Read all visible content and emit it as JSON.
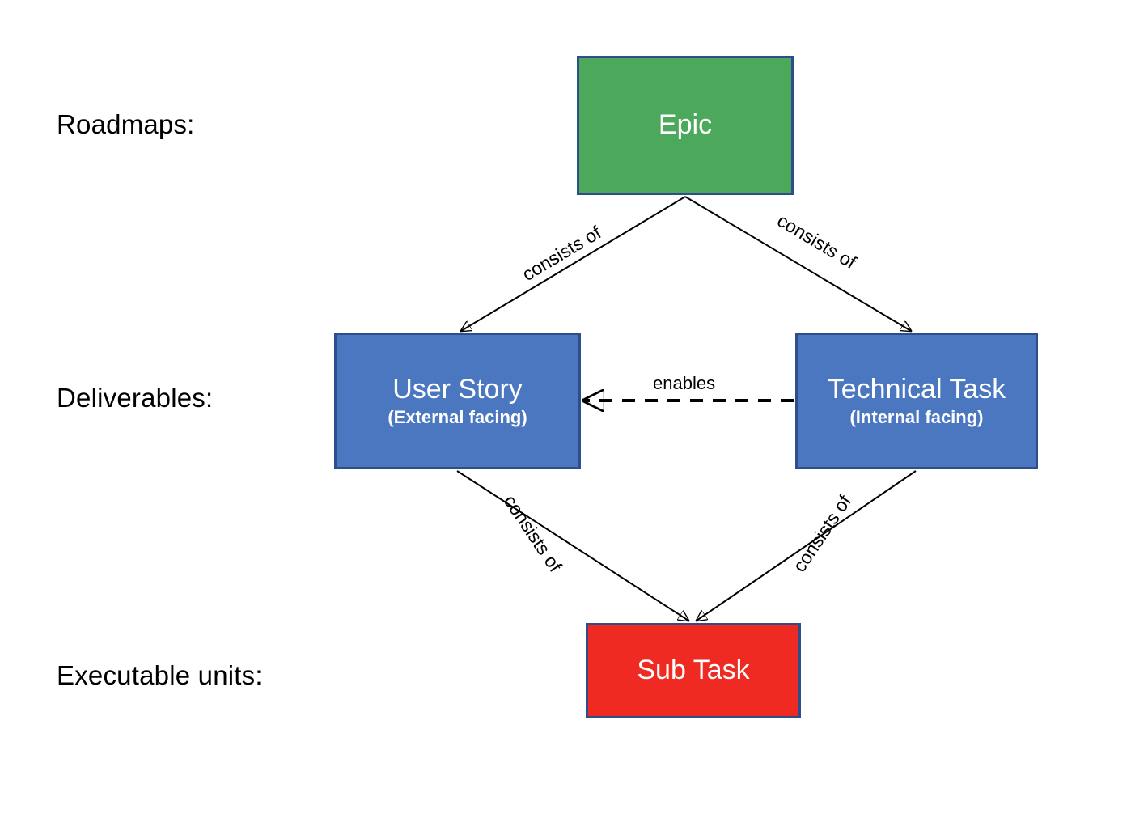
{
  "diagram": {
    "row_labels": [
      {
        "id": "roadmaps",
        "text": "Roadmaps:"
      },
      {
        "id": "deliverables",
        "text": "Deliverables:"
      },
      {
        "id": "executable-units",
        "text": "Executable units:"
      }
    ],
    "nodes": [
      {
        "id": "epic",
        "title": "Epic",
        "subtitle": "",
        "color": "#4CA85A",
        "border": "#2E4E8B"
      },
      {
        "id": "user-story",
        "title": "User Story",
        "subtitle": "(External facing)",
        "color": "#4A77C0",
        "border": "#2E4E8B"
      },
      {
        "id": "technical-task",
        "title": "Technical Task",
        "subtitle": "(Internal facing)",
        "color": "#4A77C0",
        "border": "#2E4E8B"
      },
      {
        "id": "sub-task",
        "title": "Sub Task",
        "subtitle": "",
        "color": "#EE2A22",
        "border": "#2E4E8B"
      }
    ],
    "edges": [
      {
        "id": "epic-to-user-story",
        "label": "consists of",
        "style": "solid",
        "from": "epic",
        "to": "user-story"
      },
      {
        "id": "epic-to-technical-task",
        "label": "consists of",
        "style": "solid",
        "from": "epic",
        "to": "technical-task"
      },
      {
        "id": "technical-task-to-user-story",
        "label": "enables",
        "style": "dashed",
        "from": "technical-task",
        "to": "user-story"
      },
      {
        "id": "user-story-to-sub-task",
        "label": "consists of",
        "style": "solid",
        "from": "user-story",
        "to": "sub-task"
      },
      {
        "id": "technical-task-to-sub-task",
        "label": "consists of",
        "style": "solid",
        "from": "technical-task",
        "to": "sub-task"
      }
    ]
  }
}
